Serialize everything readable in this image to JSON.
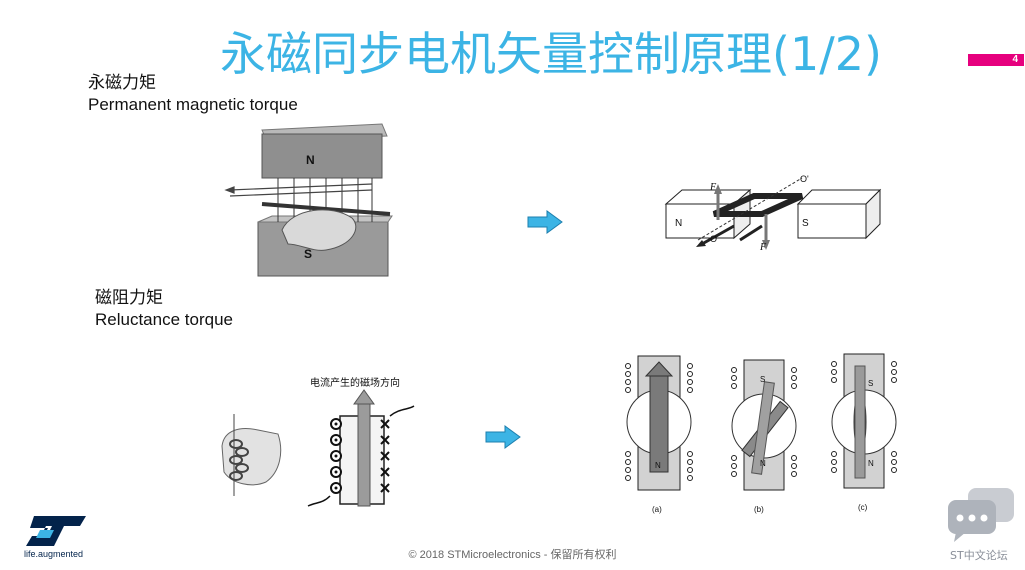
{
  "slide": {
    "title": "永磁同步电机矢量控制原理(1/2)",
    "page_number": "4"
  },
  "sections": {
    "pm": {
      "zh": "永磁力矩",
      "en": "Permanent magnetic torque"
    },
    "rel": {
      "zh": "磁阻力矩",
      "en": "Reluctance torque"
    }
  },
  "figures": {
    "pm_magnet": {
      "n_label": "N",
      "s_label": "S"
    },
    "pm_loop": {
      "n_label": "N",
      "s_label": "S",
      "f_top": "F",
      "f_bottom": "F",
      "o_label": "O",
      "o_prime_label": "O'"
    },
    "solenoid": {
      "caption": "电流产生的磁场方向"
    },
    "rotors": {
      "labels": [
        "(a)",
        "(b)",
        "(c)"
      ],
      "n": "N",
      "s": "S"
    }
  },
  "colors": {
    "title": "#3cb4e5",
    "accent": "#e6007e",
    "arrow": "#3cb4e5",
    "brand": "#03234b"
  },
  "footer": {
    "copyright": "© 2018 STMicroelectronics - 保留所有权利",
    "logo_tagline": "life.augmented",
    "forum": "ST中文论坛"
  }
}
